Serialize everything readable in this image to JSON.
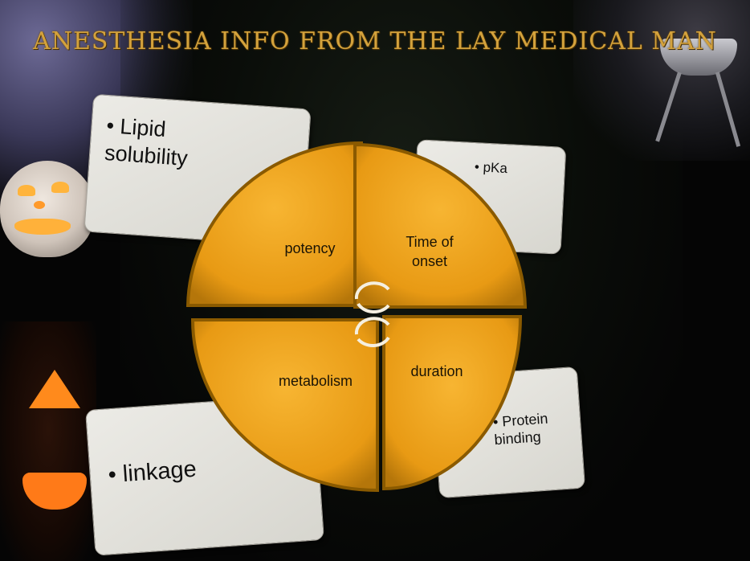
{
  "title": "ANESTHESIA INFO FROM THE LAY MEDICAL MAN",
  "bullet": "•",
  "cards": {
    "lipid": {
      "line1": "Lipid",
      "line2": "solubility"
    },
    "pka": "pKa",
    "linkage": "linkage",
    "protein": {
      "line1": "Protein",
      "line2": "binding"
    }
  },
  "quadrants": {
    "potency": "potency",
    "onset": {
      "line1": "Time of",
      "line2": "onset"
    },
    "metabolism": "metabolism",
    "duration": "duration"
  },
  "colors": {
    "quadrant_fill": "#f0a11a",
    "quadrant_edge": "#8a5a00",
    "title": "#d4a23c"
  },
  "icons": {
    "cycle": "refresh-arrows-icon"
  }
}
